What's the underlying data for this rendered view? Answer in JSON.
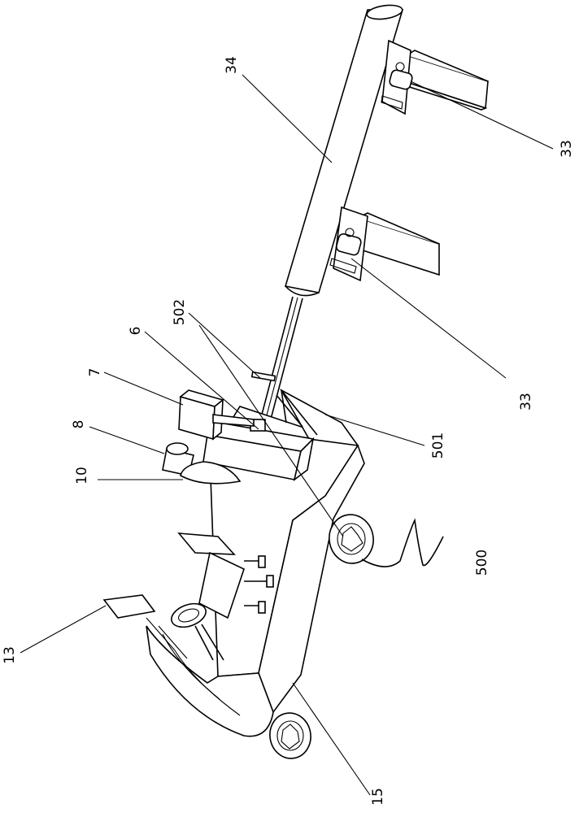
{
  "figure": {
    "labels": {
      "l34": "34",
      "l33a": "33",
      "l33b": "33",
      "l502": "502",
      "l6": "6",
      "l7": "7",
      "l8": "8",
      "l10": "10",
      "l501": "501",
      "l500": "500",
      "l13": "13",
      "l15": "15"
    }
  }
}
